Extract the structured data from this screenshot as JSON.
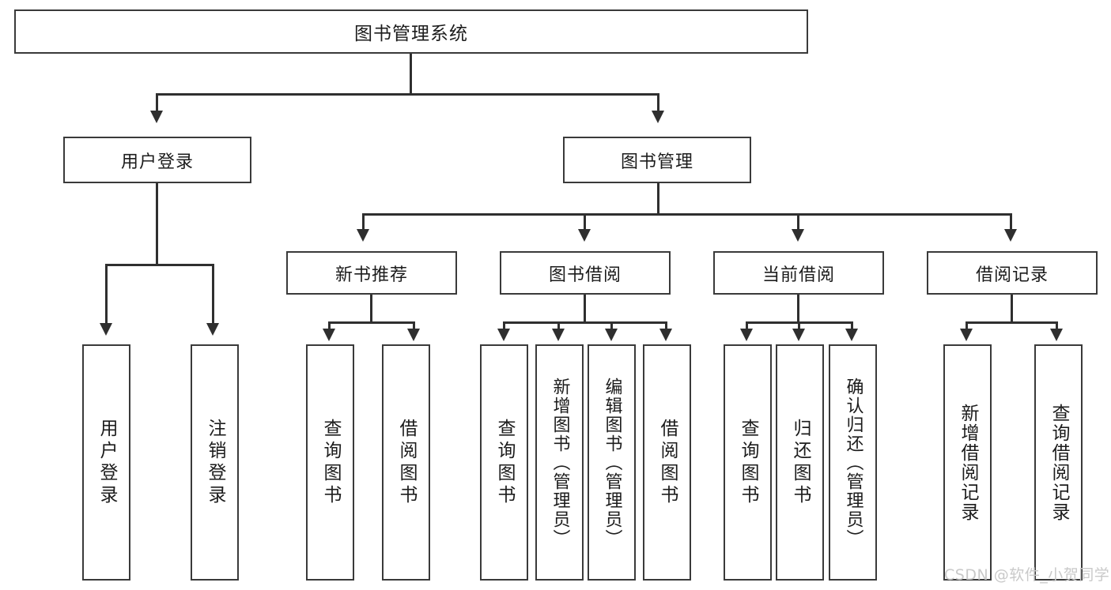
{
  "diagram": {
    "title": "图书管理系统",
    "type": "tree-hierarchy-diagram",
    "root": {
      "label": "图书管理系统"
    },
    "level2": [
      {
        "label": "用户登录"
      },
      {
        "label": "图书管理"
      }
    ],
    "level3": [
      {
        "label": "新书推荐"
      },
      {
        "label": "图书借阅"
      },
      {
        "label": "当前借阅"
      },
      {
        "label": "借阅记录"
      }
    ],
    "leaves": {
      "user_login": [
        {
          "label": "用户登录"
        },
        {
          "label": "注销登录"
        }
      ],
      "new_book_recommend": [
        {
          "label": "查询图书"
        },
        {
          "label": "借阅图书"
        }
      ],
      "book_borrow": [
        {
          "label": "查询图书"
        },
        {
          "label": "新增图书（管理员）"
        },
        {
          "label": "编辑图书（管理员）"
        },
        {
          "label": "借阅图书"
        }
      ],
      "current_borrow": [
        {
          "label": "查询图书"
        },
        {
          "label": "归还图书"
        },
        {
          "label": "确认归还（管理员）"
        }
      ],
      "borrow_record": [
        {
          "label": "新增借阅记录"
        },
        {
          "label": "查询借阅记录"
        }
      ]
    }
  },
  "watermark": {
    "text": "CSDN @软件_小贺同学"
  },
  "colors": {
    "stroke": "#3a3a3a",
    "connector": "#2f2f2f",
    "text": "#1c1c1c",
    "background": "#ffffff",
    "watermark": "#c9c9c9"
  }
}
